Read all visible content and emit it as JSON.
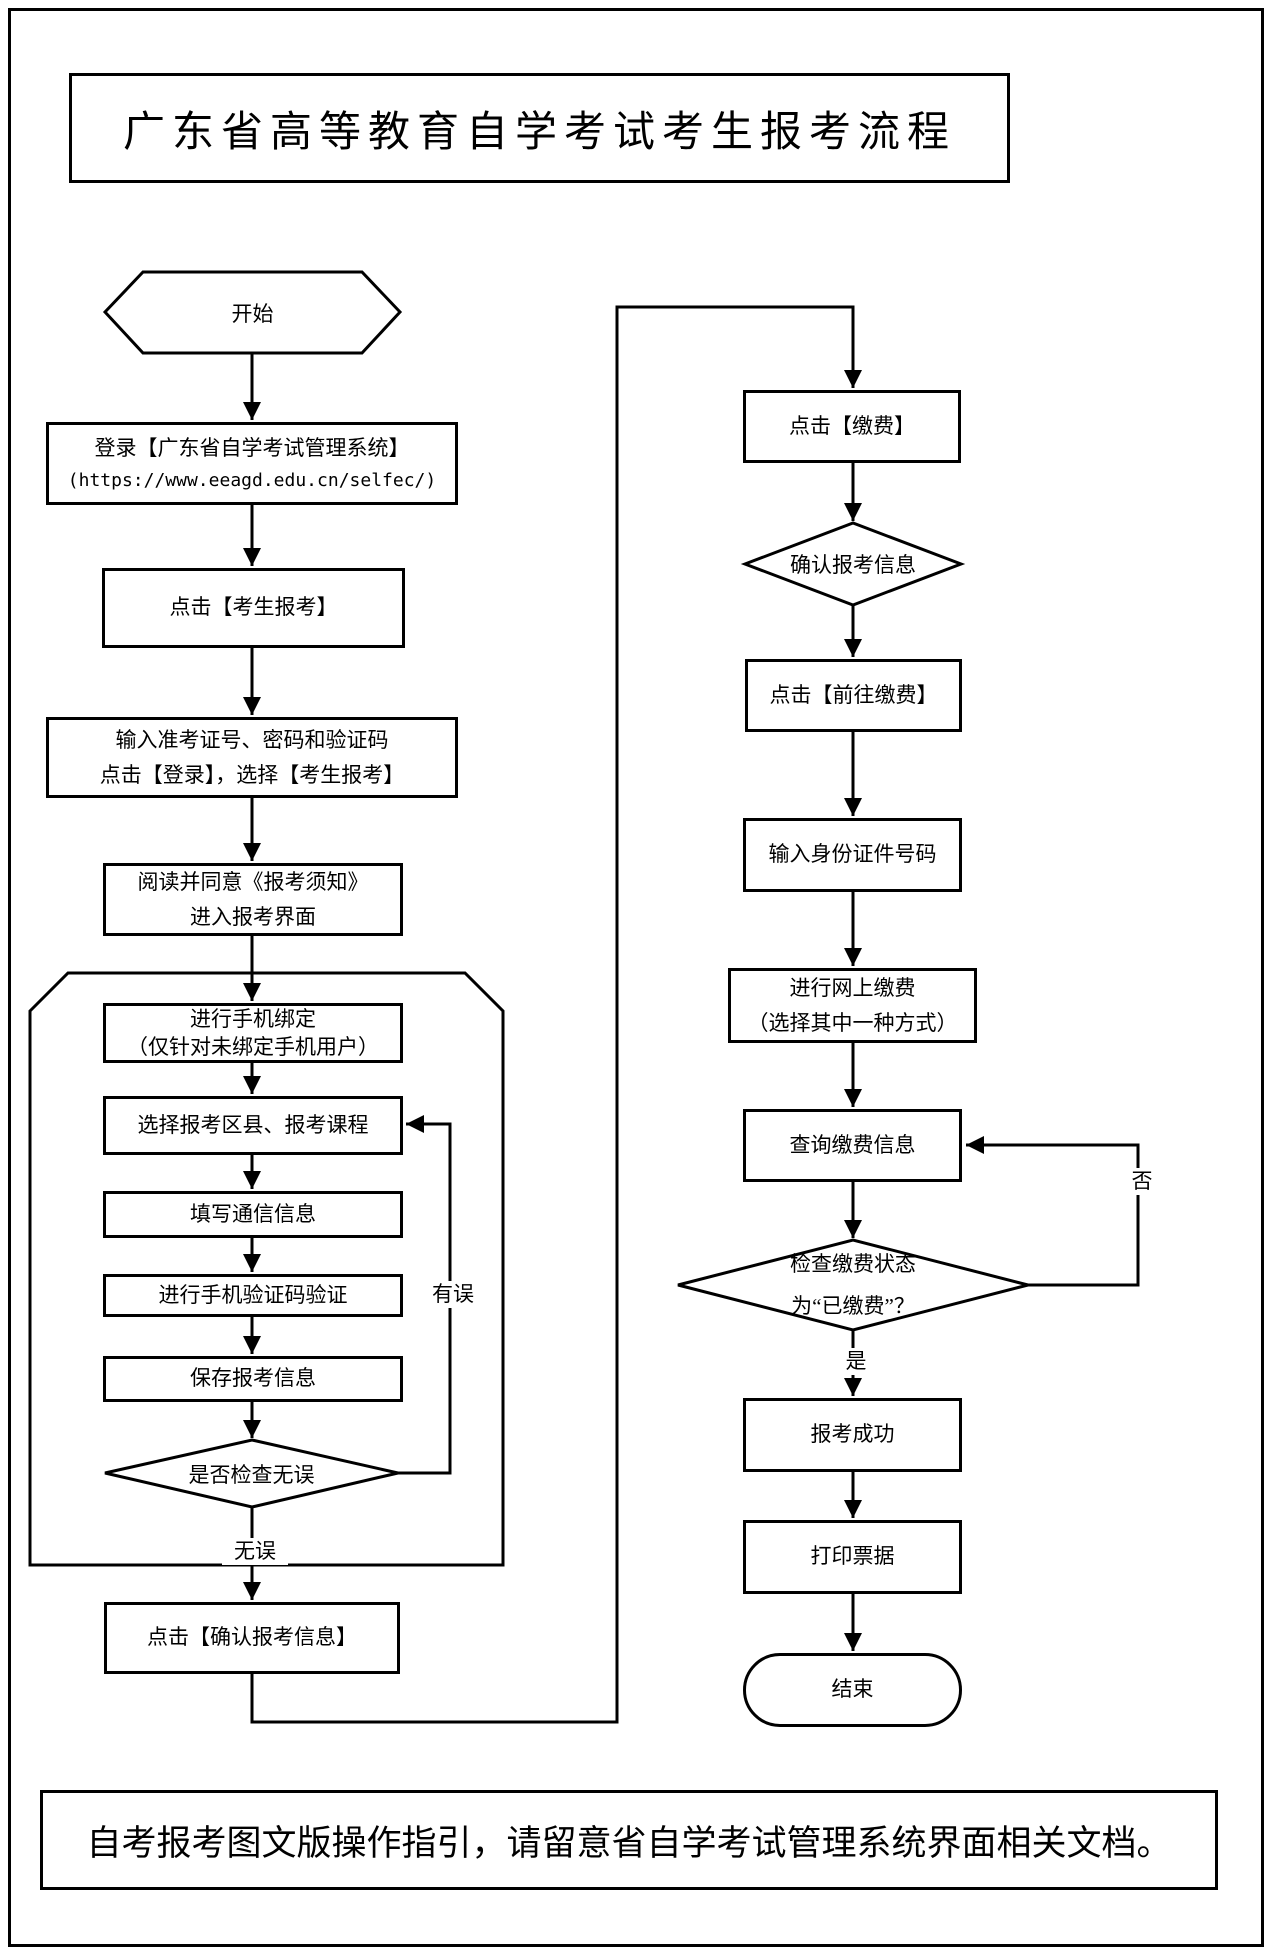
{
  "title": "广东省高等教育自学考试考生报考流程",
  "footer": {
    "note": "自考报考图文版操作指引，请留意省自学考试管理系统界面相关文档。"
  },
  "colors": {
    "line": "#000000",
    "background": "#ffffff",
    "node_fill": "#ffffff"
  },
  "nodes": {
    "start": {
      "label": "开始",
      "shape": "hexagon"
    },
    "login": {
      "line1": "登录【广东省自学考试管理系统】",
      "line2": "(https://www.eeagd.edu.cn/selfec/)",
      "shape": "rect"
    },
    "click_candidate_register": {
      "label": "点击【考生报考】",
      "shape": "rect"
    },
    "enter_credentials": {
      "line1": "输入准考证号、密码和验证码",
      "line2": "点击【登录】，选择【考生报考】",
      "shape": "rect"
    },
    "read_notice": {
      "line1": "阅读并同意《报考须知》",
      "line2": "进入报考界面",
      "shape": "rect"
    },
    "bind_phone": {
      "line1": "进行手机绑定",
      "line2": "（仅针对未绑定手机用户）",
      "shape": "rect"
    },
    "select_district_courses": {
      "label": "选择报考区县、报考课程",
      "shape": "rect"
    },
    "fill_contact": {
      "label": "填写通信信息",
      "shape": "rect"
    },
    "sms_verify": {
      "label": "进行手机验证码验证",
      "shape": "rect"
    },
    "save_info": {
      "label": "保存报考信息",
      "shape": "rect"
    },
    "check_no_error": {
      "label": "是否检查无误",
      "shape": "diamond"
    },
    "confirm_register_info": {
      "label": "点击【确认报考信息】",
      "shape": "rect"
    },
    "click_pay": {
      "label": "点击【缴费】",
      "shape": "rect"
    },
    "confirm_reg_decision": {
      "label": "确认报考信息",
      "shape": "diamond"
    },
    "click_goto_pay": {
      "label": "点击【前往缴费】",
      "shape": "rect"
    },
    "enter_id_number": {
      "label": "输入身份证件号码",
      "shape": "rect"
    },
    "online_payment": {
      "line1": "进行网上缴费",
      "line2": "（选择其中一种方式）",
      "shape": "rect"
    },
    "query_payment_info": {
      "label": "查询缴费信息",
      "shape": "rect"
    },
    "check_paid_status": {
      "line1": "检查缴费状态",
      "line2": "为“已缴费”？",
      "shape": "diamond"
    },
    "register_success": {
      "label": "报考成功",
      "shape": "rect"
    },
    "print_receipt": {
      "label": "打印票据",
      "shape": "rect"
    },
    "end": {
      "label": "结束",
      "shape": "terminator"
    }
  },
  "edge_labels": {
    "no_error": "无误",
    "has_error": "有误",
    "yes": "是",
    "no": "否"
  }
}
